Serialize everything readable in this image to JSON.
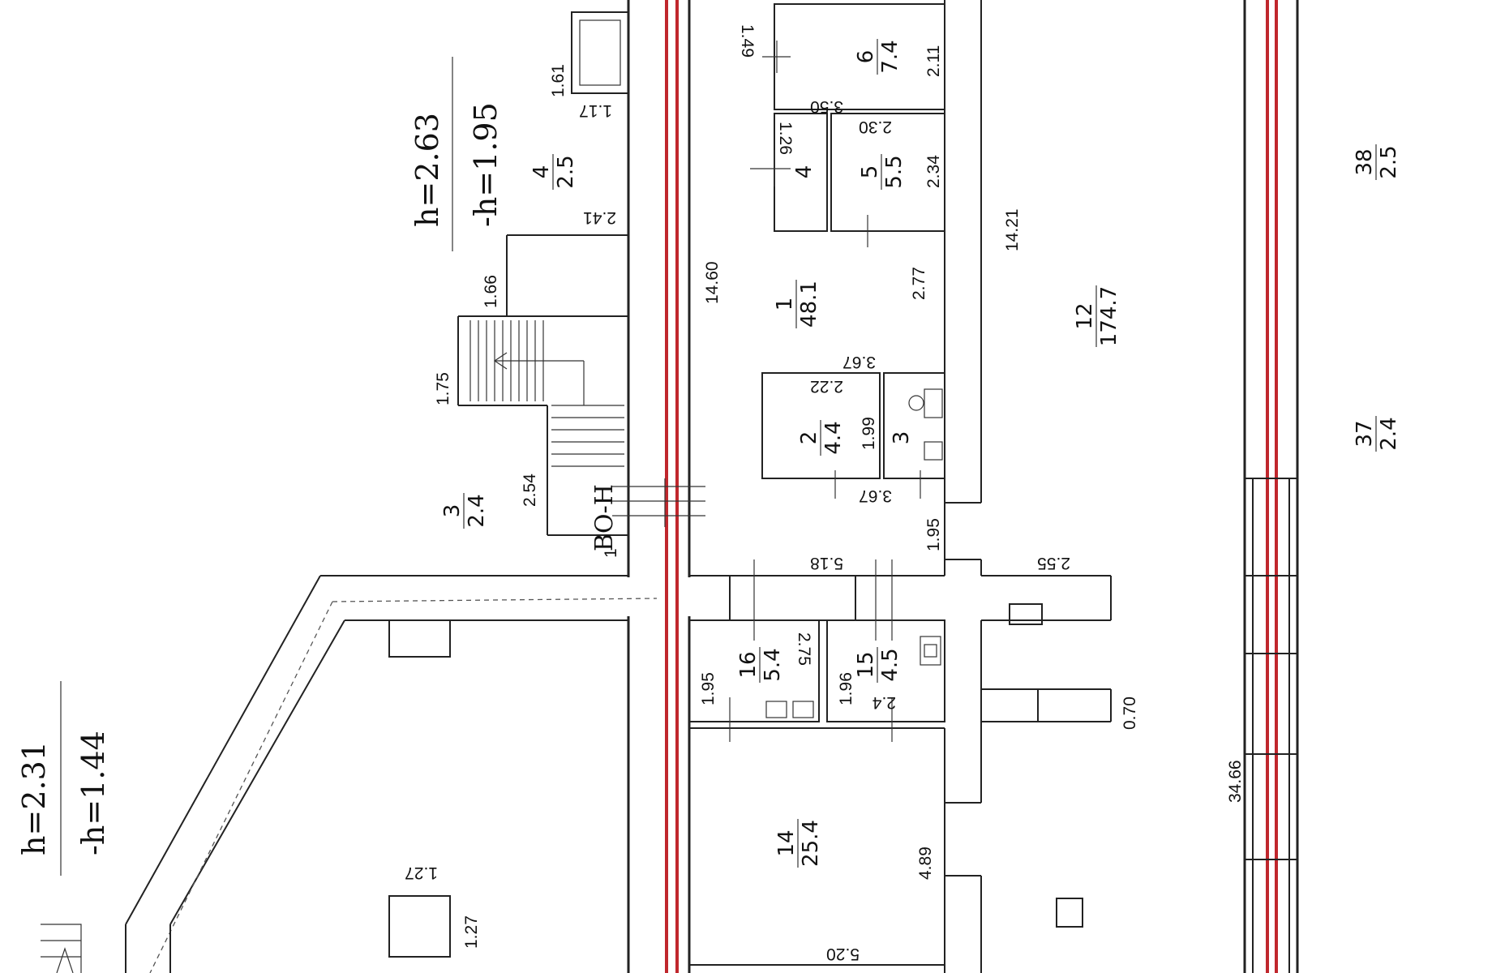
{
  "heights": [
    {
      "h": "h=2.63",
      "neg": "-h=1.95"
    },
    {
      "h": "h=2.31",
      "neg": "-h=1.44"
    }
  ],
  "rooms": [
    {
      "num": "6",
      "area": "7.4"
    },
    {
      "num": "4",
      "area": ""
    },
    {
      "num": "5",
      "area": "5.5"
    },
    {
      "num": "1",
      "area": "48.1"
    },
    {
      "num": "2",
      "area": "4.4"
    },
    {
      "num": "3",
      "area": ""
    },
    {
      "num": "16",
      "area": "5.4"
    },
    {
      "num": "15",
      "area": "4.5"
    },
    {
      "num": "14",
      "area": "25.4"
    },
    {
      "num": "12",
      "area": "174.7"
    },
    {
      "num": "4",
      "area": "2.5"
    },
    {
      "num": "3",
      "area": "2.4"
    },
    {
      "num": "38",
      "area": "2.5"
    },
    {
      "num": "37",
      "area": "2.4"
    }
  ],
  "dims": [
    "1.49",
    "2.11",
    "3.50",
    "1.26",
    "2.30",
    "2.34",
    "14.60",
    "2.77",
    "3.67",
    "14.21",
    "2.22",
    "1.99",
    "3.67",
    "1.61",
    "1.17",
    "2.41",
    "1.66",
    "1.75",
    "2.54",
    "1",
    "1.95",
    "5.18",
    "2.55",
    "2.75",
    "1.95",
    "1.96",
    "2.4",
    "0.70",
    "4.89",
    "5.20",
    "1.27",
    "1.27",
    "34.66"
  ],
  "stair_mark": "ВО-Н"
}
